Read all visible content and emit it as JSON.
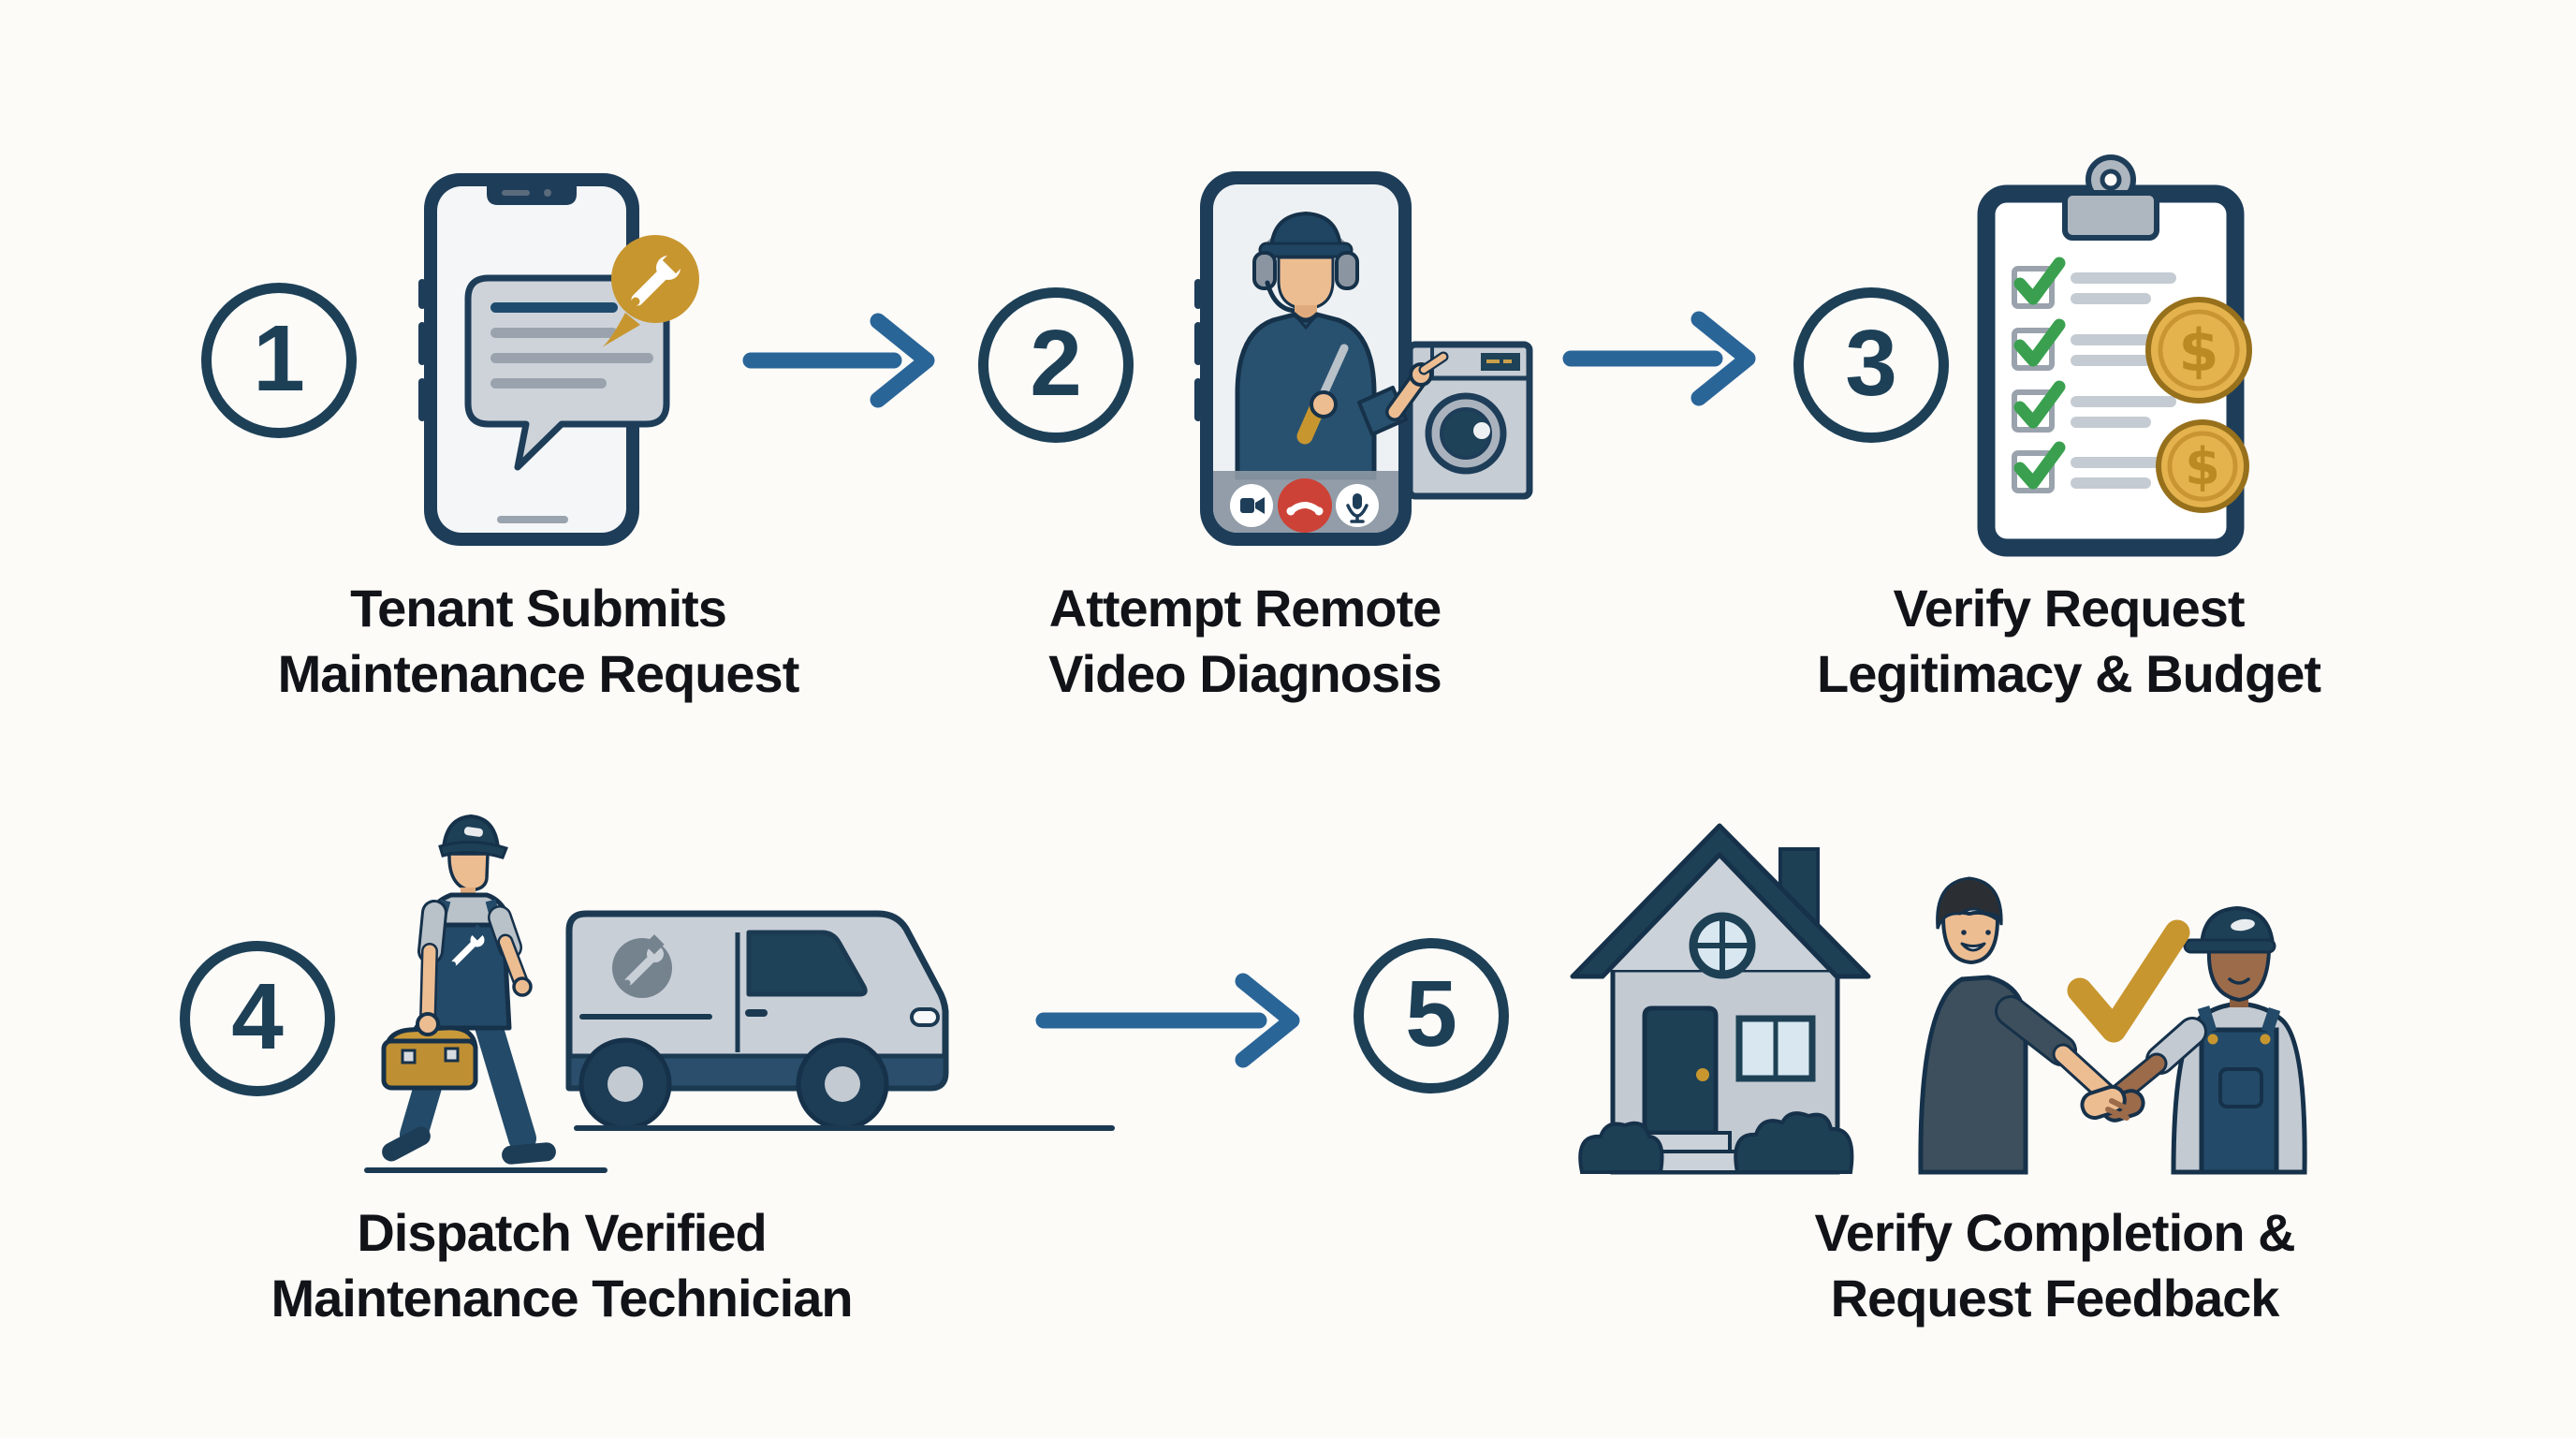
{
  "flow": {
    "steps": [
      {
        "number": "1",
        "icon": "smartphone-chat-wrench-icon",
        "label_line1": "Tenant Submits",
        "label_line2": "Maintenance Request"
      },
      {
        "number": "2",
        "icon": "video-call-diagnosis-icon",
        "label_line1": "Attempt Remote",
        "label_line2": "Video Diagnosis"
      },
      {
        "number": "3",
        "icon": "checklist-budget-icon",
        "label_line1": "Verify Request",
        "label_line2": "Legitimacy & Budget"
      },
      {
        "number": "4",
        "icon": "technician-van-icon",
        "label_line1": "Dispatch Verified",
        "label_line2": "Maintenance Technician"
      },
      {
        "number": "5",
        "icon": "house-handshake-check-icon",
        "label_line1": "Verify Completion &",
        "label_line2": "Request Feedback"
      }
    ],
    "arrows": [
      {
        "from": "1",
        "to": "2"
      },
      {
        "from": "2",
        "to": "3"
      },
      {
        "from": "4",
        "to": "5"
      }
    ]
  },
  "glyphs": {
    "dollar": "$"
  },
  "colors": {
    "navy": "#1d4057",
    "steel_blue": "#2a6598",
    "gold": "#c8962f",
    "green": "#3aa04f",
    "red": "#cc4237",
    "light_gray": "#c9cfd7",
    "text": "#111318",
    "background": "#fcfbf8"
  }
}
